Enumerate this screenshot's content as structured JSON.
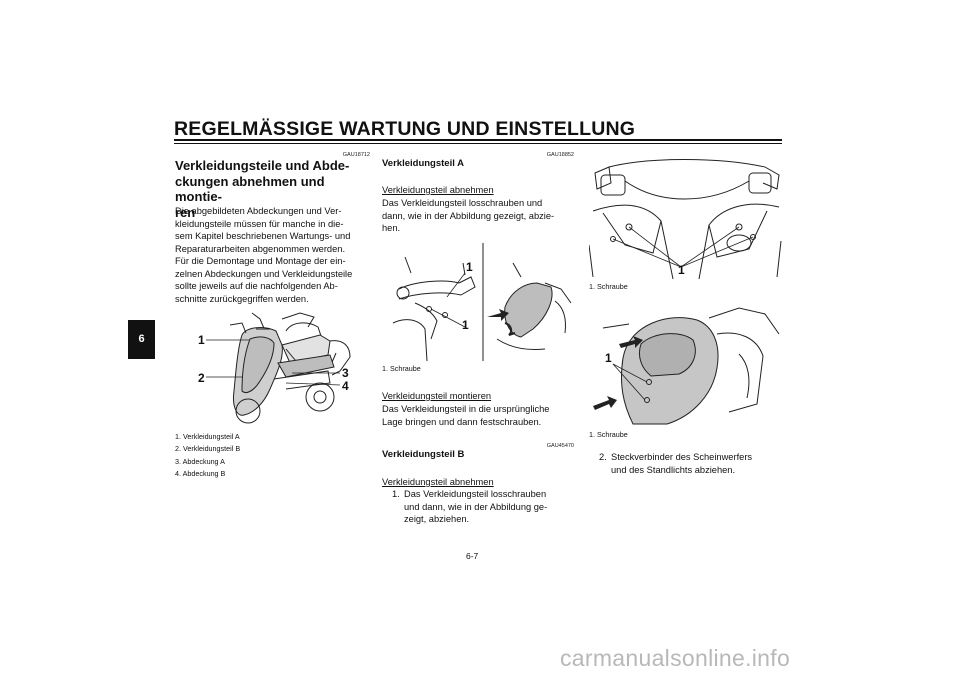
{
  "header": {
    "title": "REGELMÄSSIGE WARTUNG UND EINSTELLUNG"
  },
  "chapter_tab": "6",
  "page_number": "6-7",
  "col1": {
    "code": "GAU18712",
    "heading_lines": [
      "Verkleidungsteile und Abde-",
      "ckungen abnehmen und montie-",
      "ren"
    ],
    "paragraph_lines": [
      "Die abgebildeten Abdeckungen und Ver-",
      "kleidungsteile müssen für manche in die-",
      "sem Kapitel beschriebenen Wartungs- und",
      "Reparaturarbeiten abgenommen werden.",
      "Für die Demontage und Montage der ein-",
      "zelnen Abdeckungen und Verkleidungsteile",
      "sollte jeweils auf die nachfolgenden Ab-",
      "schnitte zurückgegriffen werden."
    ],
    "figure_labels": [
      "1",
      "2",
      "3",
      "4"
    ],
    "captions": [
      "1. Verkleidungsteil A",
      "2. Verkleidungsteil B",
      "3. Abdeckung A",
      "4. Abdeckung B"
    ]
  },
  "col2": {
    "code_a": "GAU18852",
    "heading_a": "Verkleidungsteil A",
    "remove_title": "Verkleidungsteil abnehmen",
    "remove_lines": [
      "Das Verkleidungsteil losschrauben und",
      "dann, wie in der Abbildung gezeigt, abzie-",
      "hen."
    ],
    "figure_labels": [
      "1",
      "1"
    ],
    "fig_caption": "1. Schraube",
    "mount_title": "Verkleidungsteil montieren",
    "mount_lines": [
      "Das Verkleidungsteil in die ursprüngliche",
      "Lage bringen und dann festschrauben."
    ],
    "code_b": "GAU45470",
    "heading_b": "Verkleidungsteil B",
    "remove_b_title": "Verkleidungsteil abnehmen",
    "step1_num": "1.",
    "step1_lines": [
      "Das Verkleidungsteil losschrauben",
      "und dann, wie in der Abbildung ge-",
      "zeigt, abziehen."
    ]
  },
  "col3": {
    "fig1_label": "1",
    "fig1_caption": "1. Schraube",
    "fig2_label": "1",
    "fig2_caption": "1. Schraube",
    "step2_num": "2.",
    "step2_lines": [
      "Steckverbinder des Scheinwerfers",
      "und des Standlichts abziehen."
    ]
  },
  "watermark": "carmanualsonline.info"
}
